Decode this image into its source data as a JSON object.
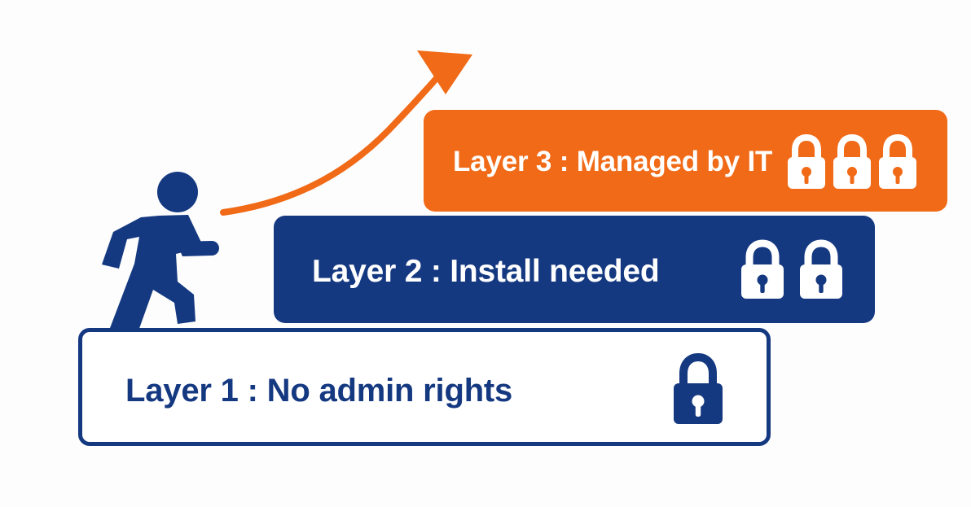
{
  "layers": [
    {
      "label": "Layer 3 : Managed by IT",
      "lock_count": 3,
      "background": "#f06a17",
      "text_color": "#ffffff",
      "lock_color": "#ffffff"
    },
    {
      "label": "Layer 2 : Install needed",
      "lock_count": 2,
      "background": "#153981",
      "text_color": "#ffffff",
      "lock_color": "#ffffff"
    },
    {
      "label": "Layer 1 : No admin rights",
      "lock_count": 1,
      "background": "#ffffff",
      "text_color": "#153981",
      "lock_color": "#153981"
    }
  ],
  "icons": {
    "figure": "person-icon",
    "progress": "arrow-icon",
    "security": "lock-icon"
  },
  "colors": {
    "navy": "#153981",
    "orange": "#f06a17",
    "white": "#ffffff"
  }
}
